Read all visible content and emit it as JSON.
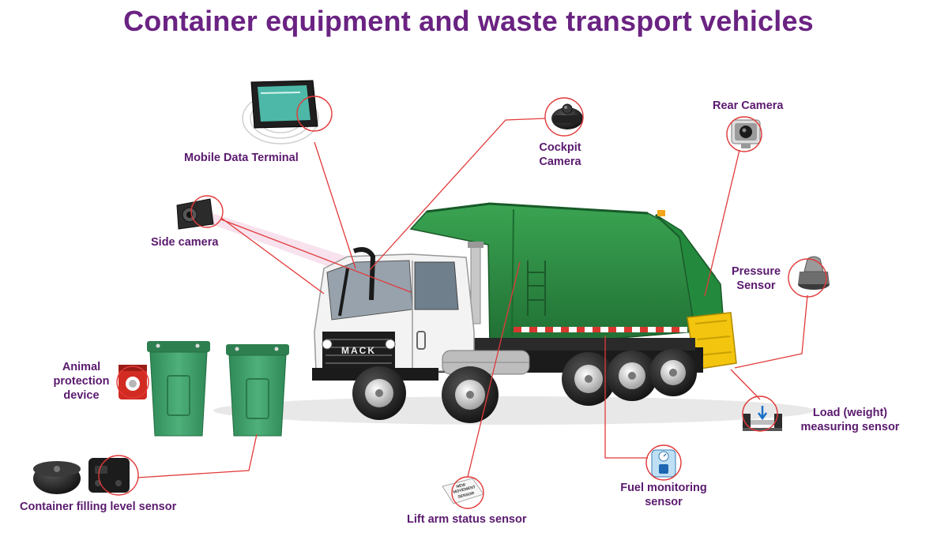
{
  "title": "Container equipment and waste transport vehicles",
  "colors": {
    "title": "#6a2382",
    "label": "#5a1a6e",
    "leader_line": "#e23a3a",
    "truck_green": "#2f8f45",
    "truck_green_dark": "#1f6b31",
    "cab_white": "#f2f2f2",
    "lift_yellow": "#f3c50f",
    "bin_green": "#3b9a64"
  },
  "labels": {
    "mobile_data_terminal": "Mobile Data Terminal",
    "cockpit_camera_1": "Cockpit",
    "cockpit_camera_2": "Camera",
    "rear_camera": "Rear Camera",
    "side_camera": "Side camera",
    "pressure_sensor_1": "Pressure",
    "pressure_sensor_2": "Sensor",
    "animal_protection_1": "Animal",
    "animal_protection_2": "protection",
    "animal_protection_3": "device",
    "load_sensor_1": "Load (weight)",
    "load_sensor_2": "measuring sensor",
    "container_filling": "Container filling level sensor",
    "lift_arm": "Lift arm status sensor",
    "fuel_monitoring_1": "Fuel monitoring",
    "fuel_monitoring_2": "sensor"
  },
  "artwork": {
    "truck_badge": "MACK",
    "lift_arm_sensor_text_1": "NEW",
    "lift_arm_sensor_text_2": "MOVEMENT",
    "lift_arm_sensor_text_3": "SENSOR"
  }
}
